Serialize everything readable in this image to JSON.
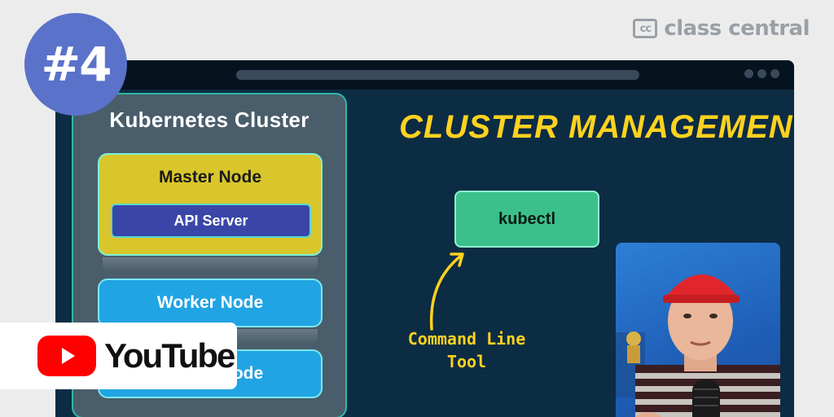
{
  "brand": {
    "logo_mark": "cc",
    "name": "class central"
  },
  "badge": {
    "label": "#4"
  },
  "cluster": {
    "title": "Kubernetes Cluster",
    "master_node": {
      "label": "Master Node",
      "component": "API Server"
    },
    "worker_nodes": [
      {
        "label": "Worker Node"
      },
      {
        "label": "Worker Node"
      }
    ]
  },
  "diagram": {
    "heading": "CLUSTER MANAGEMENT",
    "tool_box": "kubectl",
    "tool_caption_line1": "Command Line",
    "tool_caption_line2": "Tool"
  },
  "youtube": {
    "wordmark": "YouTube",
    "icon": "play-icon"
  },
  "colors": {
    "background": "#ececec",
    "browser_bg": "#0c2c44",
    "accent_yellow": "#ffd21f",
    "master_node": "#d8c62c",
    "api_server": "#3946a8",
    "worker_node": "#21a4e3",
    "kubectl": "#3bc08c",
    "badge": "#5a72c9",
    "youtube_red": "#ff0000"
  }
}
